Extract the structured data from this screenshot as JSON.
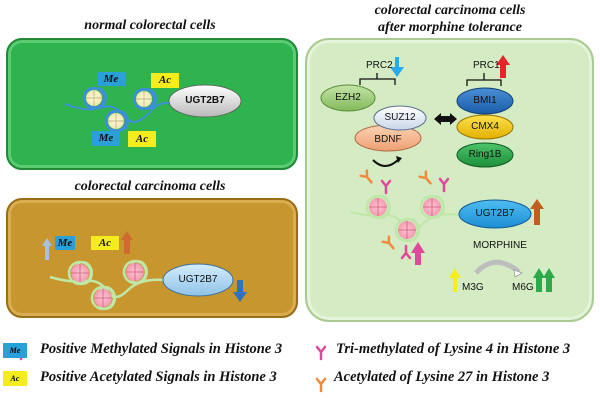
{
  "titles": {
    "normal": "normal colorectal cells",
    "carcinoma": "colorectal carcinoma cells",
    "morphine_line1": "colorectal carcinoma cells",
    "morphine_line2": "after morphine tolerance"
  },
  "normal_panel": {
    "tags": {
      "me_top": "Me",
      "ac_top": "Ac",
      "me_bottom": "Me",
      "ac_bottom": "Ac"
    },
    "gene": "UGT2B7"
  },
  "carcinoma_panel": {
    "tags": {
      "me": "Me",
      "ac": "Ac"
    },
    "me_trend": "up",
    "ac_trend": "up",
    "gene": "UGT2B7",
    "gene_trend": "down"
  },
  "morphine_panel": {
    "prc2": {
      "label": "PRC2",
      "trend": "down",
      "members": [
        "EZH2",
        "SUZ12"
      ]
    },
    "bdnf": "BDNF",
    "prc1": {
      "label": "PRC1",
      "trend": "up",
      "members": [
        "BMI1",
        "CMX4",
        "Ring1B"
      ]
    },
    "gene": "UGT2B7",
    "gene_trend": "up",
    "substrate": "MORPHINE",
    "metabolites": [
      {
        "label": "M3G",
        "trend": "up"
      },
      {
        "label": "M6G",
        "trend": "double-up"
      }
    ]
  },
  "legend": [
    {
      "swatch": "Me",
      "text": "Positive Methylated Signals in Histone 3"
    },
    {
      "swatch": "Ac",
      "text": "Positive Acetylated Signals in Histone 3"
    },
    {
      "icon": "pink-antibody-icon",
      "text": "Tri-methylated of Lysine 4 in Histone 3"
    },
    {
      "icon": "orange-antibody-icon",
      "text": "Acetylated of Lysine 27 in Histone 3"
    }
  ],
  "colors": {
    "normal_bg": "#2fb34e",
    "carcinoma_bg": "#c8962e",
    "morphine_bg": "#d4ebc4",
    "me": "#2a9fd8",
    "ac": "#f5ec1d",
    "h3k4me3": "#e0489c",
    "h3k27ac": "#f28a3c"
  }
}
